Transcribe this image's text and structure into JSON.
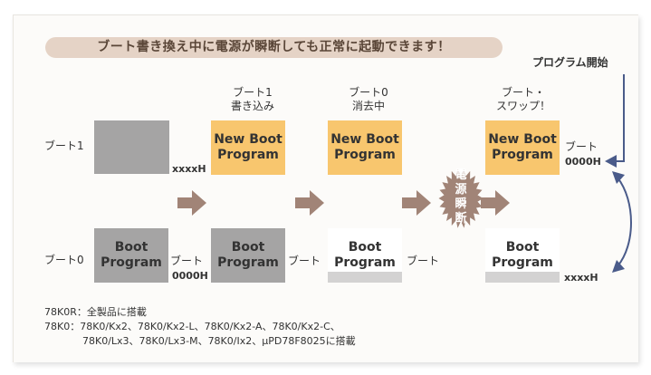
{
  "banner": "ブート書き換え中に電源が瞬断しても正常に起動できます！",
  "program_start": "プログラム開始",
  "headers": {
    "write": [
      "ブート1",
      "書き込み"
    ],
    "erase": [
      "ブート0",
      "消去中"
    ],
    "swap": [
      "ブート・",
      "スワップ！"
    ]
  },
  "row_labels": {
    "boot1": "ブート1",
    "boot0": "ブート0"
  },
  "new_boot": [
    "New Boot",
    "Program"
  ],
  "boot": [
    "Boot",
    "Program"
  ],
  "side_labels": {
    "boot": "ブート",
    "xxxxH": "xxxxH",
    "zeroH": "0000H"
  },
  "power_cut": [
    "電",
    "源",
    "瞬",
    "断"
  ],
  "notes": [
    "78K0R：全製品に搭載",
    "78K0：78K0/Kx2、78K0/Kx2-L、78K0/Kx2-A、78K0/Kx2-C、",
    "78K0/Lx3、78K0/Lx3-M、78K0/Ix2、μPD78F8025に搭載"
  ],
  "colors": {
    "new_boot": "#f8c66e",
    "boot_gray": "#a5a4a4",
    "boot_light": "#d3d2d2",
    "arrow": "#a18477",
    "banner_bg": "#e5d3c6"
  }
}
